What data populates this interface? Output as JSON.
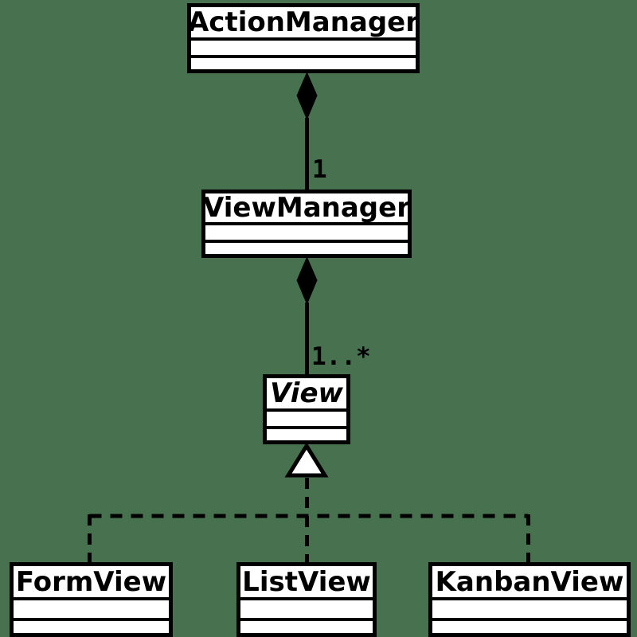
{
  "diagram": {
    "kind": "uml-class-diagram",
    "background_color": "#48714F",
    "node_fill_color": "#FFFFFF",
    "line_color": "#000000",
    "nodes": [
      {
        "name": "ActionManager",
        "abstract": false,
        "attributes": [],
        "operations": []
      },
      {
        "name": "ViewManager",
        "abstract": false,
        "attributes": [],
        "operations": []
      },
      {
        "name": "View",
        "abstract": true,
        "attributes": [],
        "operations": []
      },
      {
        "name": "FormView",
        "abstract": false,
        "attributes": [],
        "operations": []
      },
      {
        "name": "ListView",
        "abstract": false,
        "attributes": [],
        "operations": []
      },
      {
        "name": "KanbanView",
        "abstract": false,
        "attributes": [],
        "operations": []
      }
    ],
    "edges": [
      {
        "from": "ActionManager",
        "to": "ViewManager",
        "type": "composition",
        "multiplicity": "1"
      },
      {
        "from": "ViewManager",
        "to": "View",
        "type": "composition",
        "multiplicity": "1..*"
      },
      {
        "from": "FormView",
        "to": "View",
        "type": "realization",
        "multiplicity": ""
      },
      {
        "from": "ListView",
        "to": "View",
        "type": "realization",
        "multiplicity": ""
      },
      {
        "from": "KanbanView",
        "to": "View",
        "type": "realization",
        "multiplicity": ""
      }
    ]
  }
}
